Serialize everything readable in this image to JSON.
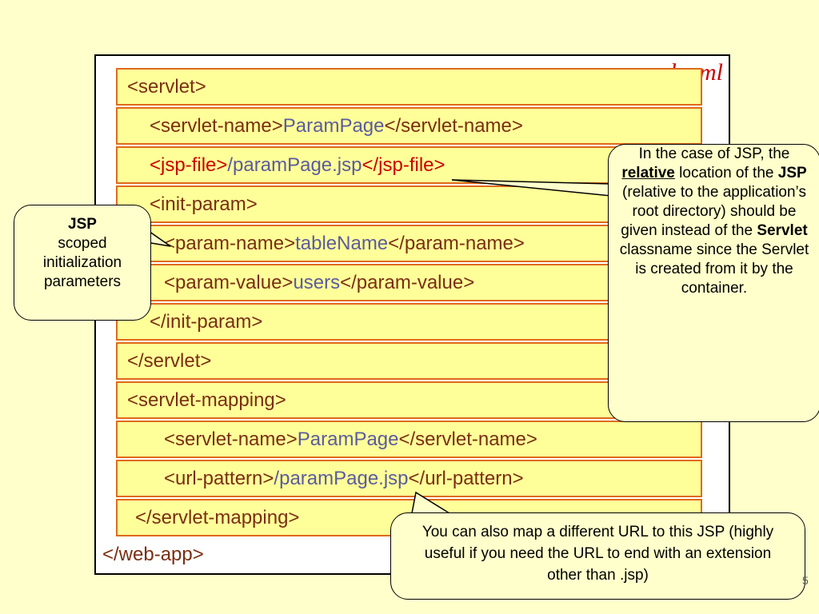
{
  "title": "web.xml",
  "page_number": "5",
  "rows": [
    {
      "parts": [
        [
          "tag",
          "<servlet>"
        ]
      ]
    },
    {
      "parts": [
        [
          "tag",
          "<servlet-name>"
        ],
        [
          "val",
          "ParamPage"
        ],
        [
          "tag",
          "</servlet-name>"
        ]
      ]
    },
    {
      "parts": [
        [
          "hl",
          "<jsp-file>"
        ],
        [
          "val",
          "/paramPage.jsp"
        ],
        [
          "hl",
          "</jsp-file>"
        ]
      ]
    },
    {
      "parts": [
        [
          "tag",
          "<init-param>"
        ]
      ]
    },
    {
      "parts": [
        [
          "tag",
          "<param-name>"
        ],
        [
          "val",
          "tableName"
        ],
        [
          "tag",
          "</param-name>"
        ]
      ]
    },
    {
      "parts": [
        [
          "tag",
          "<param-value>"
        ],
        [
          "val",
          "users"
        ],
        [
          "tag",
          "</param-value>"
        ]
      ]
    },
    {
      "parts": [
        [
          "tag",
          "</init-param>"
        ]
      ]
    },
    {
      "parts": [
        [
          "tag",
          "</servlet>"
        ]
      ]
    },
    {
      "parts": [
        [
          "tag",
          "<servlet-mapping>"
        ]
      ]
    },
    {
      "parts": [
        [
          "tag",
          "<servlet-name>"
        ],
        [
          "val",
          "ParamPage"
        ],
        [
          "tag",
          "</servlet-name>"
        ]
      ]
    },
    {
      "parts": [
        [
          "tag",
          "<url-pattern>"
        ],
        [
          "val",
          "/paramPage.jsp"
        ],
        [
          "tag",
          "</url-pattern>"
        ]
      ]
    },
    {
      "parts": [
        [
          "tag",
          "</servlet-mapping>"
        ]
      ]
    }
  ],
  "webapp_close": "</web-app>",
  "callouts": {
    "jsp": {
      "bold": "JSP",
      "text": [
        "scoped",
        "initialization",
        "parameters"
      ]
    },
    "relative": {
      "segments": [
        [
          "n",
          "In the case of JSP, the "
        ],
        [
          "bu",
          "relative"
        ],
        [
          "n",
          " location of the "
        ],
        [
          "b",
          "JSP"
        ],
        [
          "n",
          " (relative to the application’s root directory) should be given instead of the "
        ],
        [
          "b",
          "Servlet"
        ],
        [
          "n",
          " classname since the Servlet is created from it by the container."
        ]
      ]
    },
    "url": "You can also map a different URL to this JSP (highly useful if you need the URL to end with an extension other than .jsp)"
  }
}
